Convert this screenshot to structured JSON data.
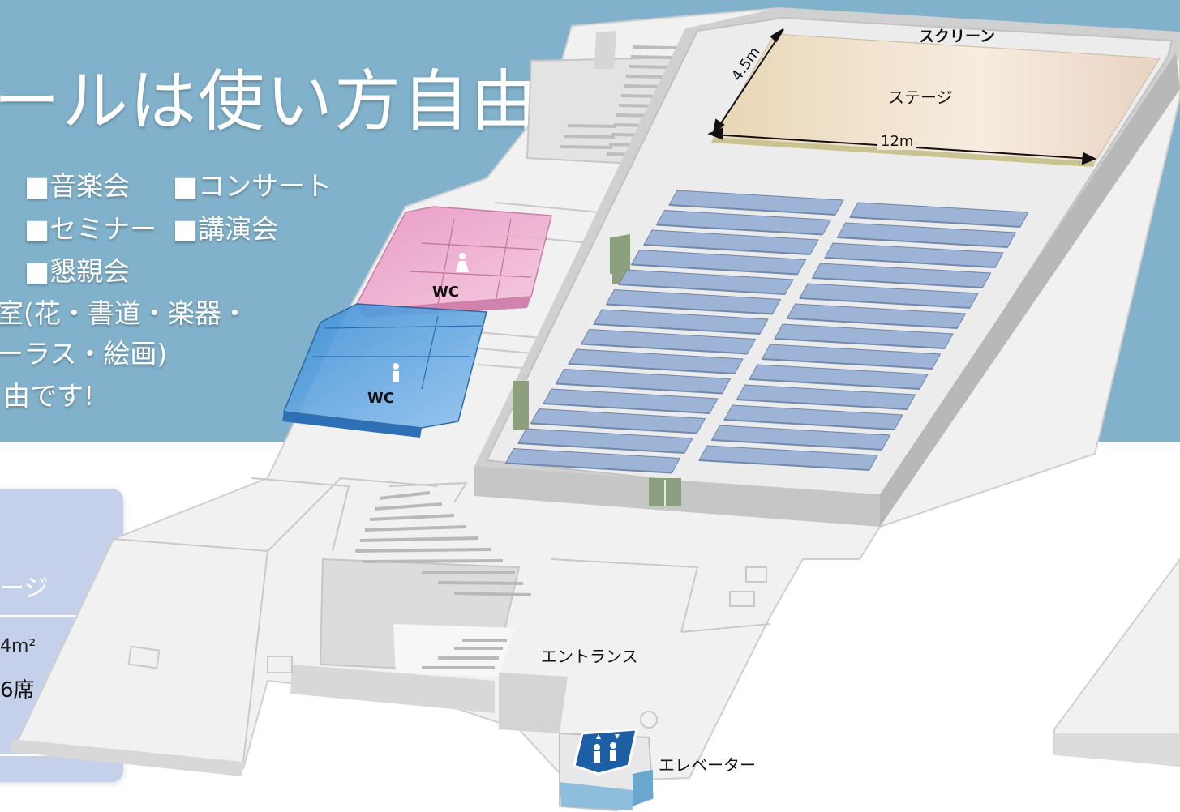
{
  "headline": "ールは使い方自由",
  "uses": {
    "line1a": "■音楽会",
    "line1b": "■コンサート",
    "line2a": "■セミナー",
    "line2b": "■講演会",
    "line3": "■懇親会",
    "line4": "室(花・書道・楽器・",
    "line5": "ーラス・絵画)",
    "line6": "由です!"
  },
  "info_card": {
    "title": "ージ",
    "area": "4m²",
    "seats": "6席"
  },
  "map_labels": {
    "screen": "スクリーン",
    "stage": "ステージ",
    "depth": "4.5m",
    "width": "12m",
    "wc_women": "WC",
    "wc_men": "WC",
    "entrance": "エントランス",
    "elevator": "エレベーター"
  },
  "colors": {
    "sky": "#82b2cb",
    "wc_women": "#ef9ec4",
    "wc_men": "#4a8fd6",
    "stage": "#eedcc2",
    "seats": "#9db4d6",
    "card": "#c5d0ea"
  }
}
